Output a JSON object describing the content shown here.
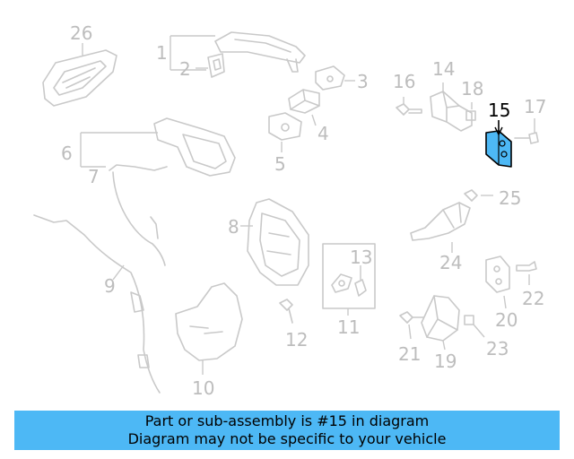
{
  "diagram": {
    "highlighted_part": "15",
    "highlight_color": "#4db8f5",
    "callouts": [
      "1",
      "2",
      "3",
      "4",
      "5",
      "6",
      "7",
      "8",
      "9",
      "10",
      "11",
      "12",
      "13",
      "14",
      "15",
      "16",
      "17",
      "18",
      "19",
      "20",
      "21",
      "22",
      "23",
      "24",
      "25",
      "26"
    ]
  },
  "banner": {
    "line1": "Part or sub-assembly is #15 in diagram",
    "line2": "Diagram may not be specific to your vehicle",
    "background": "#4db8f5"
  }
}
